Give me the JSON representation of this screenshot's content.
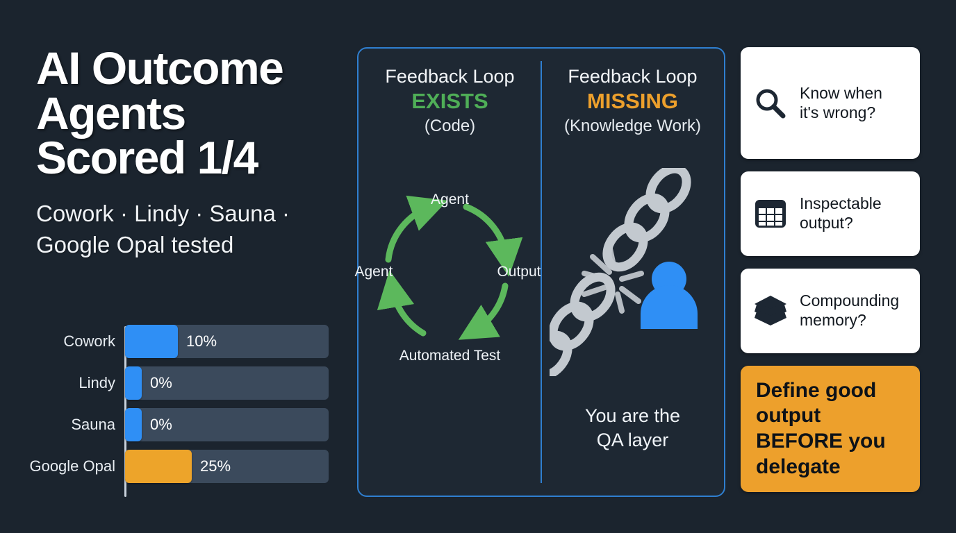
{
  "theme": {
    "background": "#1b242e",
    "panel_background": "#1e2833",
    "accent_blue": "#2f8ff5",
    "border_blue": "#2f7fd0",
    "accent_orange": "#eda02c",
    "accent_green": "#4fae57",
    "track_slate": "#3b4a5c",
    "card_white": "#ffffff",
    "text_light": "#f0f4f8"
  },
  "headline": {
    "lines": [
      "AI Outcome",
      "Agents",
      "Scored 1/4"
    ]
  },
  "subhead": {
    "lines": [
      "Cowork · Lindy · Sauna ·",
      "Google Opal tested"
    ]
  },
  "chart_data": {
    "type": "bar",
    "orientation": "horizontal",
    "title": "",
    "xlabel": "",
    "ylabel": "",
    "xlim": [
      0,
      100
    ],
    "grid": false,
    "legend": false,
    "categories": [
      "Cowork",
      "Lindy",
      "Sauna",
      "Google Opal"
    ],
    "values": [
      10,
      0,
      0,
      25
    ],
    "value_labels": [
      "10%",
      "0%",
      "0%",
      "25%"
    ],
    "bar_colors": [
      "#2f8ff5",
      "#2f8ff5",
      "#2f8ff5",
      "#eda42a"
    ],
    "track_color": "#3b4a5c"
  },
  "middle_panel": {
    "left": {
      "title": "Feedback Loop",
      "state": "EXISTS",
      "note": "(Code)",
      "cycle": {
        "nodes": [
          {
            "label": "Agent",
            "position": "top"
          },
          {
            "label": "Output",
            "position": "right"
          },
          {
            "label": "Automated Test",
            "position": "bottom"
          },
          {
            "label": "Agent",
            "position": "left"
          }
        ],
        "arrow_color": "#5cb85c"
      }
    },
    "right": {
      "title": "Feedback Loop",
      "state": "MISSING",
      "note": "(Knowledge Work)",
      "illustration": "broken-chain-with-person",
      "caption_lines": [
        "You are the",
        "QA layer"
      ]
    }
  },
  "checklist": {
    "cards": [
      {
        "icon": "magnifier-icon",
        "lines": [
          "Know when",
          "it's wrong?"
        ]
      },
      {
        "icon": "table-grid-icon",
        "lines": [
          "Inspectable",
          "output?"
        ]
      },
      {
        "icon": "layers-stack-icon",
        "lines": [
          "Compounding",
          "memory?"
        ]
      }
    ]
  },
  "cta": {
    "lines": [
      "Define good",
      "output",
      "BEFORE you",
      "delegate"
    ],
    "background": "#eda02c",
    "text_color": "#0d1218"
  }
}
